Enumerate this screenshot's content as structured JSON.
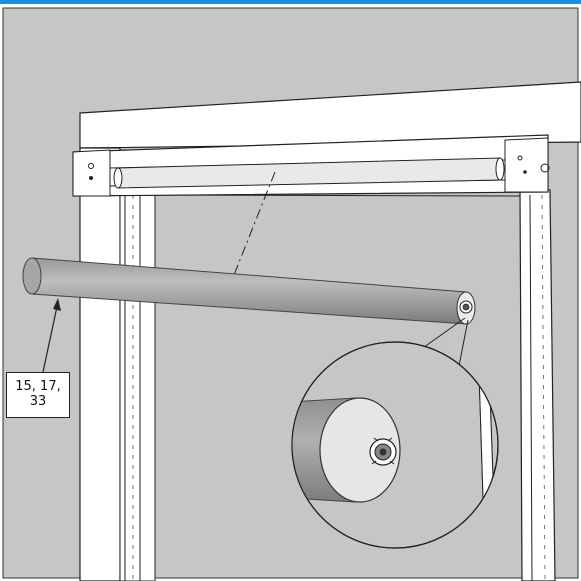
{
  "callout": {
    "line1": "15, 17,",
    "line2": "33"
  },
  "colors": {
    "top_rule": "#1e8fd8",
    "wall": "#c6c6c6",
    "frame": "#ffffff",
    "outline": "#222222",
    "tube_light": "#b4b4b4",
    "tube_dark": "#7d7d7d"
  },
  "parts": {
    "rail_icon": "roller-tube",
    "detail_icon": "tube-end-cap-with-drive"
  }
}
